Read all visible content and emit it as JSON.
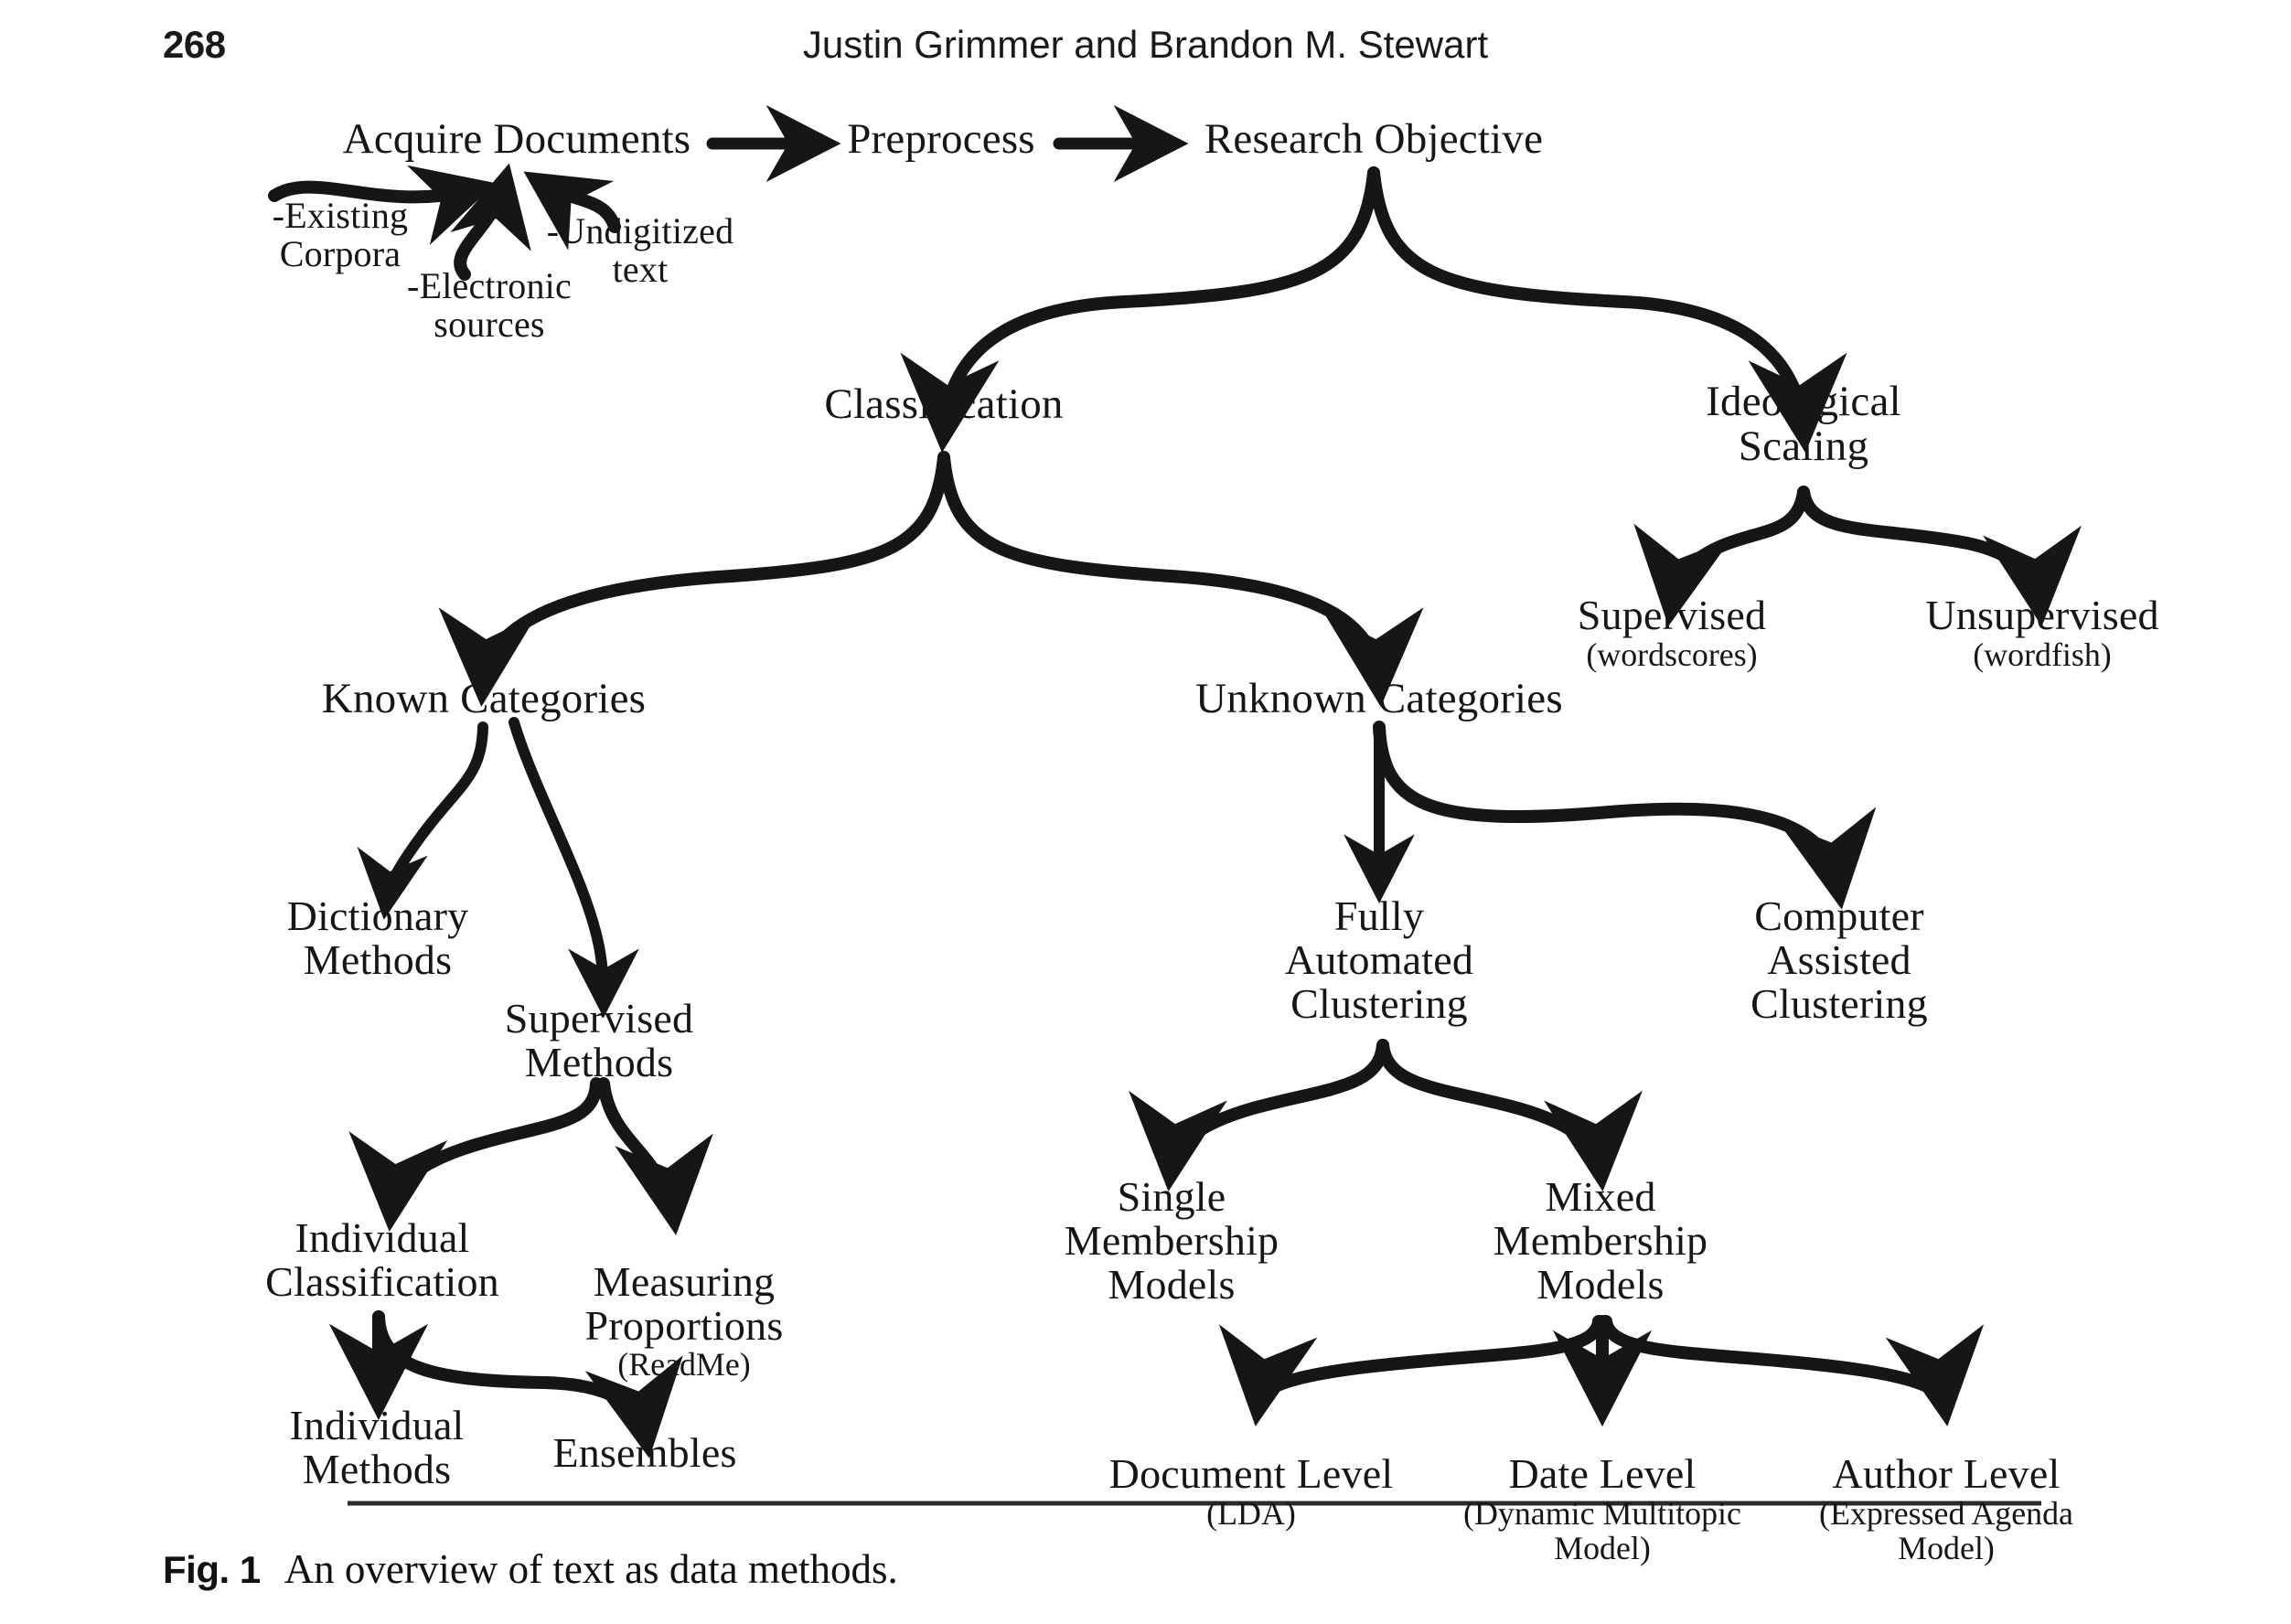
{
  "header": {
    "page_number": "268",
    "running_title": "Justin Grimmer and Brandon M. Stewart"
  },
  "caption": {
    "label": "Fig. 1",
    "text": "An overview of text as data methods."
  },
  "colors": {
    "ink": "#161616",
    "rule": "#2b2b2b",
    "background": "#ffffff"
  },
  "diagram": {
    "type": "flowchart",
    "title": "An overview of text as data methods",
    "nodes": {
      "acquire_documents": "Acquire Documents",
      "preprocess": "Preprocess",
      "research_objective": "Research Objective",
      "source_existing_corpora": "-Existing\nCorpora",
      "source_electronic_sources": "-Electronic\nsources",
      "source_undigitized_text": "-Undigitized\ntext",
      "classification": "Classification",
      "ideological_scaling": "Ideological\nScaling",
      "scaling_supervised": "Supervised",
      "scaling_supervised_sub": "(wordscores)",
      "scaling_unsupervised": "Unsupervised",
      "scaling_unsupervised_sub": "(wordfish)",
      "known_categories": "Known Categories",
      "unknown_categories": "Unknown Categories",
      "dictionary_methods": "Dictionary\nMethods",
      "supervised_methods": "Supervised\nMethods",
      "individual_classification": "Individual\nClassification",
      "measuring_proportions": "Measuring\nProportions",
      "measuring_proportions_sub": "(ReadMe)",
      "individual_methods": "Individual\nMethods",
      "ensembles": "Ensembles",
      "fully_automated_clustering": "Fully\nAutomated\nClustering",
      "computer_assisted_clustering": "Computer\nAssisted\nClustering",
      "single_membership_models": "Single\nMembership\nModels",
      "mixed_membership_models": "Mixed\nMembership\nModels",
      "document_level": "Document Level",
      "document_level_sub": "(LDA)",
      "date_level": "Date Level",
      "date_level_sub": "(Dynamic Multitopic\nModel)",
      "author_level": "Author Level",
      "author_level_sub": "(Expressed Agenda\nModel)"
    },
    "edges": [
      {
        "from": "acquire_documents",
        "to": "preprocess",
        "style": "straight-right-arrow"
      },
      {
        "from": "preprocess",
        "to": "research_objective",
        "style": "straight-right-arrow"
      },
      {
        "from": "source_existing_corpora",
        "to": "acquire_documents",
        "style": "curved-arrow"
      },
      {
        "from": "source_electronic_sources",
        "to": "acquire_documents",
        "style": "curved-arrow"
      },
      {
        "from": "source_undigitized_text",
        "to": "acquire_documents",
        "style": "curved-arrow"
      },
      {
        "from": "research_objective",
        "to": "classification",
        "style": "fork-left"
      },
      {
        "from": "research_objective",
        "to": "ideological_scaling",
        "style": "fork-right"
      },
      {
        "from": "ideological_scaling",
        "to": "scaling_supervised",
        "style": "fork-left"
      },
      {
        "from": "ideological_scaling",
        "to": "scaling_unsupervised",
        "style": "fork-right"
      },
      {
        "from": "classification",
        "to": "known_categories",
        "style": "fork-left"
      },
      {
        "from": "classification",
        "to": "unknown_categories",
        "style": "fork-right"
      },
      {
        "from": "known_categories",
        "to": "dictionary_methods",
        "style": "fork-left"
      },
      {
        "from": "known_categories",
        "to": "supervised_methods",
        "style": "fork-right"
      },
      {
        "from": "supervised_methods",
        "to": "individual_classification",
        "style": "fork-left"
      },
      {
        "from": "supervised_methods",
        "to": "measuring_proportions",
        "style": "fork-right"
      },
      {
        "from": "individual_classification",
        "to": "individual_methods",
        "style": "straight-down-arrow"
      },
      {
        "from": "individual_classification",
        "to": "ensembles",
        "style": "curved-arrow"
      },
      {
        "from": "unknown_categories",
        "to": "fully_automated_clustering",
        "style": "straight-down-arrow"
      },
      {
        "from": "unknown_categories",
        "to": "computer_assisted_clustering",
        "style": "curved-arrow"
      },
      {
        "from": "fully_automated_clustering",
        "to": "single_membership_models",
        "style": "fork-left"
      },
      {
        "from": "fully_automated_clustering",
        "to": "mixed_membership_models",
        "style": "fork-right"
      },
      {
        "from": "mixed_membership_models",
        "to": "document_level",
        "style": "fork-left"
      },
      {
        "from": "mixed_membership_models",
        "to": "date_level",
        "style": "straight-down-arrow"
      },
      {
        "from": "mixed_membership_models",
        "to": "author_level",
        "style": "fork-right"
      }
    ]
  }
}
